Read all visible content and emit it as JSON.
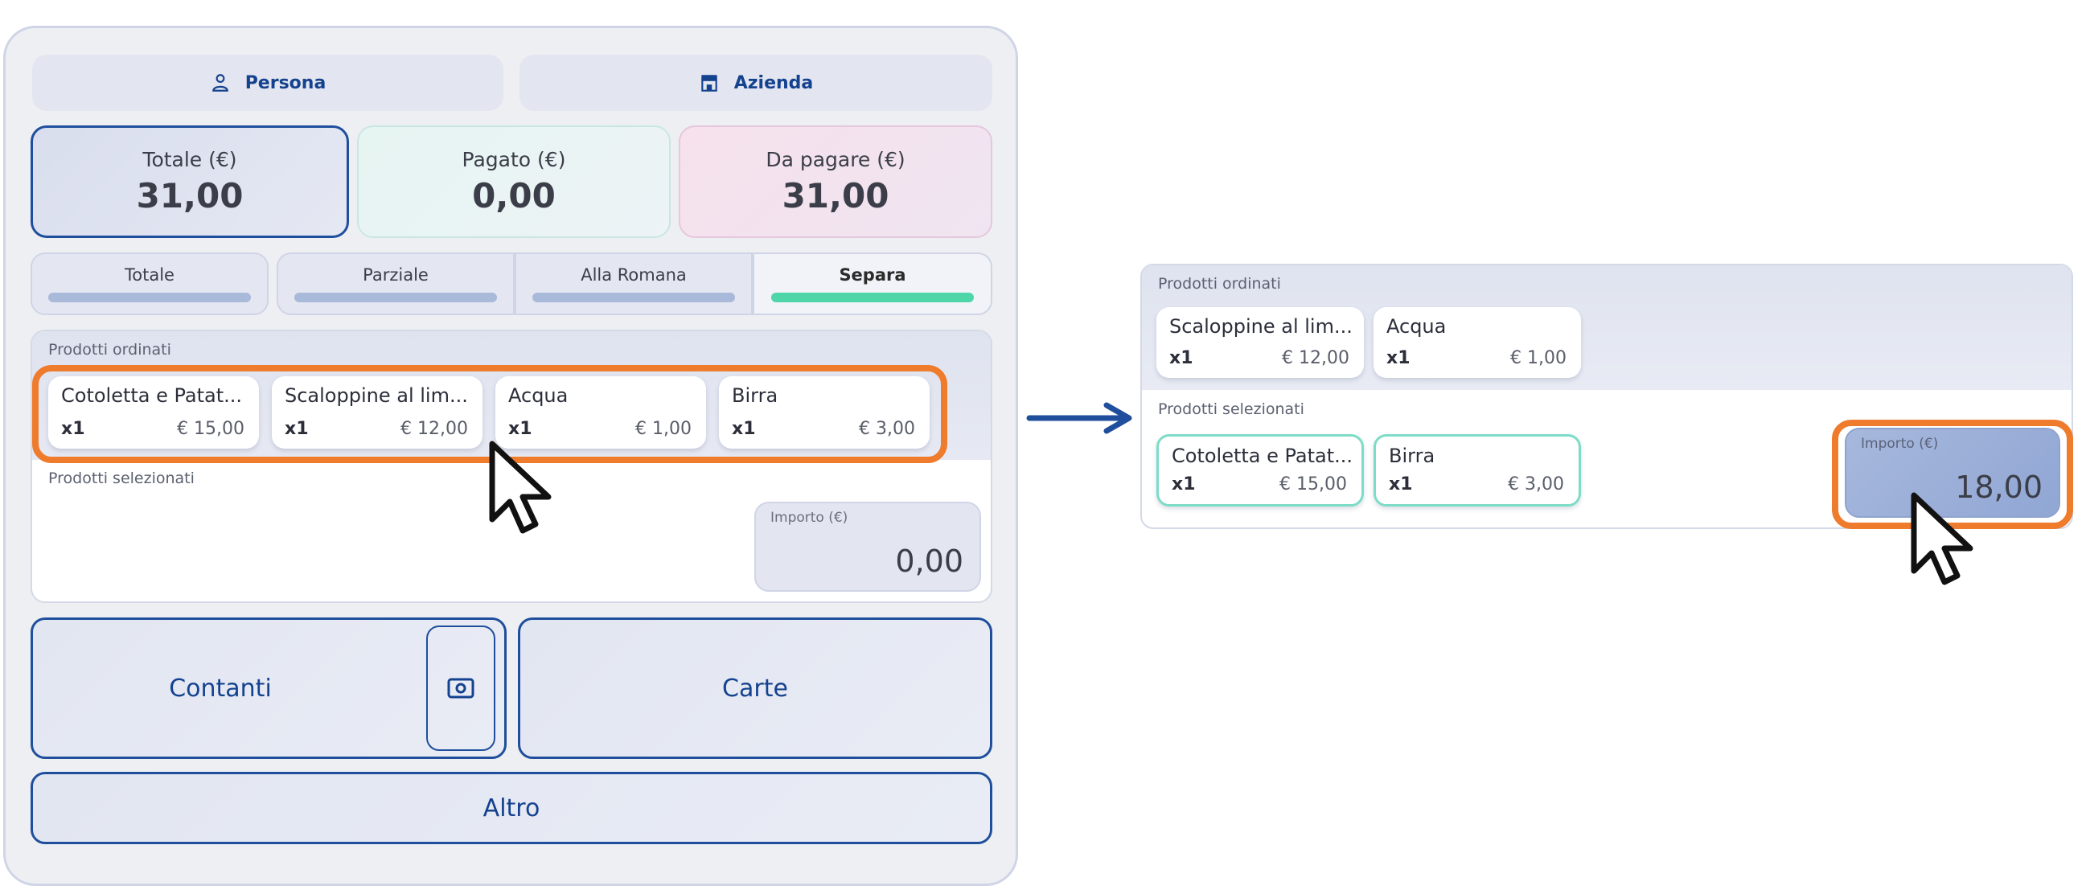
{
  "customer_type": {
    "person_label": "Persona",
    "company_label": "Azienda"
  },
  "stats": {
    "totale_label": "Totale (€)",
    "totale_value": "31,00",
    "pagato_label": "Pagato (€)",
    "pagato_value": "0,00",
    "da_pagare_label": "Da pagare (€)",
    "da_pagare_value": "31,00"
  },
  "split_modes": {
    "tabs": [
      {
        "label": "Totale",
        "active": false
      },
      {
        "label": "Parziale",
        "active": false
      },
      {
        "label": "Alla Romana",
        "active": false
      },
      {
        "label": "Separa",
        "active": true
      }
    ]
  },
  "left_panel": {
    "ordered_title": "Prodotti ordinati",
    "ordered_items": [
      {
        "name": "Cotoletta e Patat...",
        "qty": "x1",
        "price": "€ 15,00"
      },
      {
        "name": "Scaloppine al lim...",
        "qty": "x1",
        "price": "€ 12,00"
      },
      {
        "name": "Acqua",
        "qty": "x1",
        "price": "€ 1,00"
      },
      {
        "name": "Birra",
        "qty": "x1",
        "price": "€ 3,00"
      }
    ],
    "selected_title": "Prodotti selezionati",
    "amount_label": "Importo (€)",
    "amount_value": "0,00"
  },
  "payment": {
    "cash_label": "Contanti",
    "cards_label": "Carte",
    "other_label": "Altro"
  },
  "right_panel": {
    "ordered_title": "Prodotti ordinati",
    "ordered_items": [
      {
        "name": "Scaloppine al lim...",
        "qty": "x1",
        "price": "€ 12,00"
      },
      {
        "name": "Acqua",
        "qty": "x1",
        "price": "€ 1,00"
      }
    ],
    "selected_title": "Prodotti selezionati",
    "selected_items": [
      {
        "name": "Cotoletta e Patat...",
        "qty": "x1",
        "price": "€ 15,00"
      },
      {
        "name": "Birra",
        "qty": "x1",
        "price": "€ 3,00"
      }
    ],
    "amount_label": "Importo (€)",
    "amount_value": "18,00"
  },
  "colors": {
    "accent_blue": "#1f4f9c",
    "highlight_orange": "#ef7b2d",
    "active_tab_green": "#4ed6a8",
    "selected_card_border": "#7ddcc7"
  }
}
